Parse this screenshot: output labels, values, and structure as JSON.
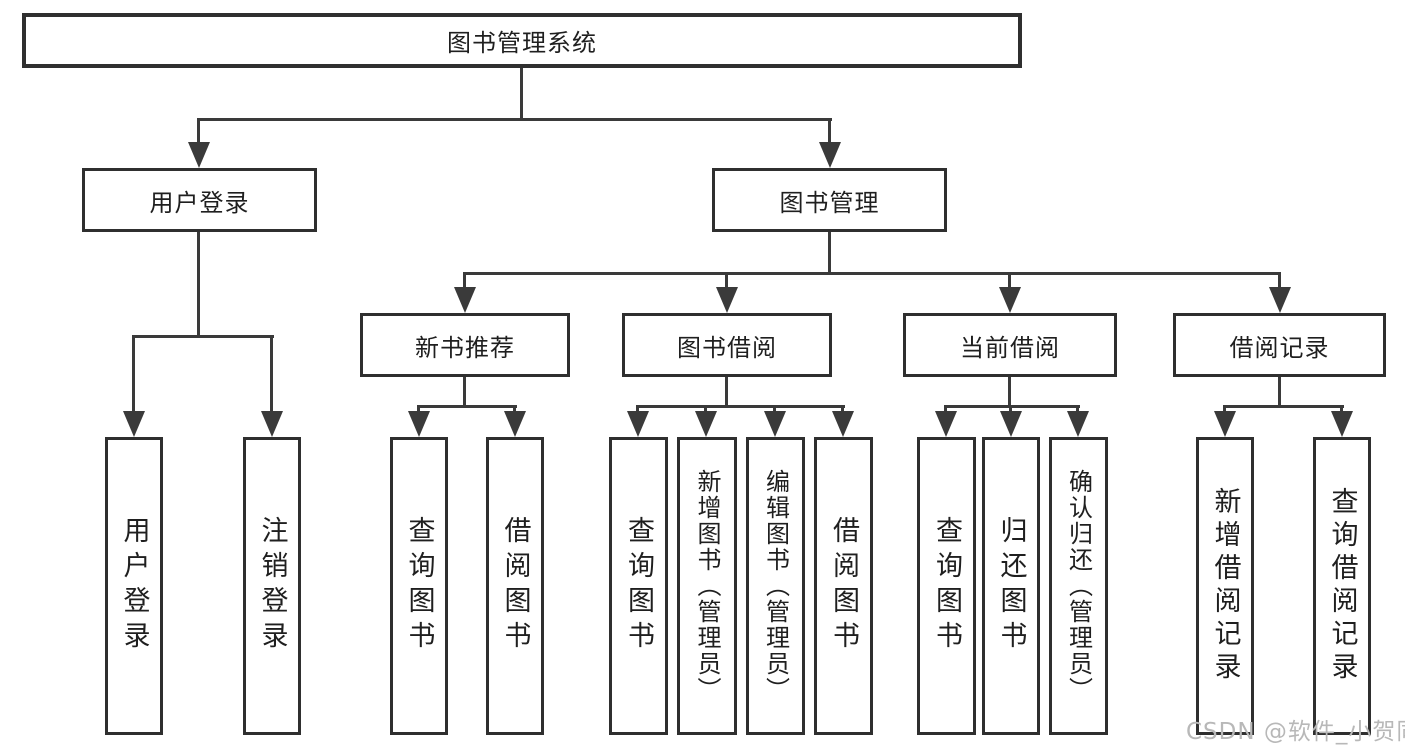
{
  "nodes": {
    "root": {
      "label": "图书管理系统"
    },
    "user_login": {
      "label": "用户登录"
    },
    "book_mgmt": {
      "label": "图书管理"
    },
    "new_book_rec": {
      "label": "新书推荐"
    },
    "book_borrow": {
      "label": "图书借阅"
    },
    "current_borrow": {
      "label": "当前借阅"
    },
    "borrow_record": {
      "label": "借阅记录"
    },
    "leaf_user_login": {
      "label": "用户登录"
    },
    "leaf_logout": {
      "label": "注销登录"
    },
    "leaf_query_book_1": {
      "label": "查询图书"
    },
    "leaf_borrow_book_1": {
      "label": "借阅图书"
    },
    "leaf_query_book_2": {
      "label": "查询图书"
    },
    "leaf_add_book": {
      "label": "新增图书（管理员）"
    },
    "leaf_edit_book": {
      "label": "编辑图书（管理员）"
    },
    "leaf_borrow_book_2": {
      "label": "借阅图书"
    },
    "leaf_query_book_3": {
      "label": "查询图书"
    },
    "leaf_return_book": {
      "label": "归还图书"
    },
    "leaf_confirm_return": {
      "label": "确认归还（管理员）"
    },
    "leaf_add_record": {
      "label": "新增借阅记录"
    },
    "leaf_query_record": {
      "label": "查询借阅记录"
    }
  },
  "watermark": {
    "text": "CSDN @软件_小贺同学"
  },
  "colors": {
    "line": "#3a3a3a",
    "box_border": "#2f2f2f",
    "box_background": "#ffffff",
    "text": "#1f1f1f",
    "watermark_text": "#b8b8b8"
  }
}
